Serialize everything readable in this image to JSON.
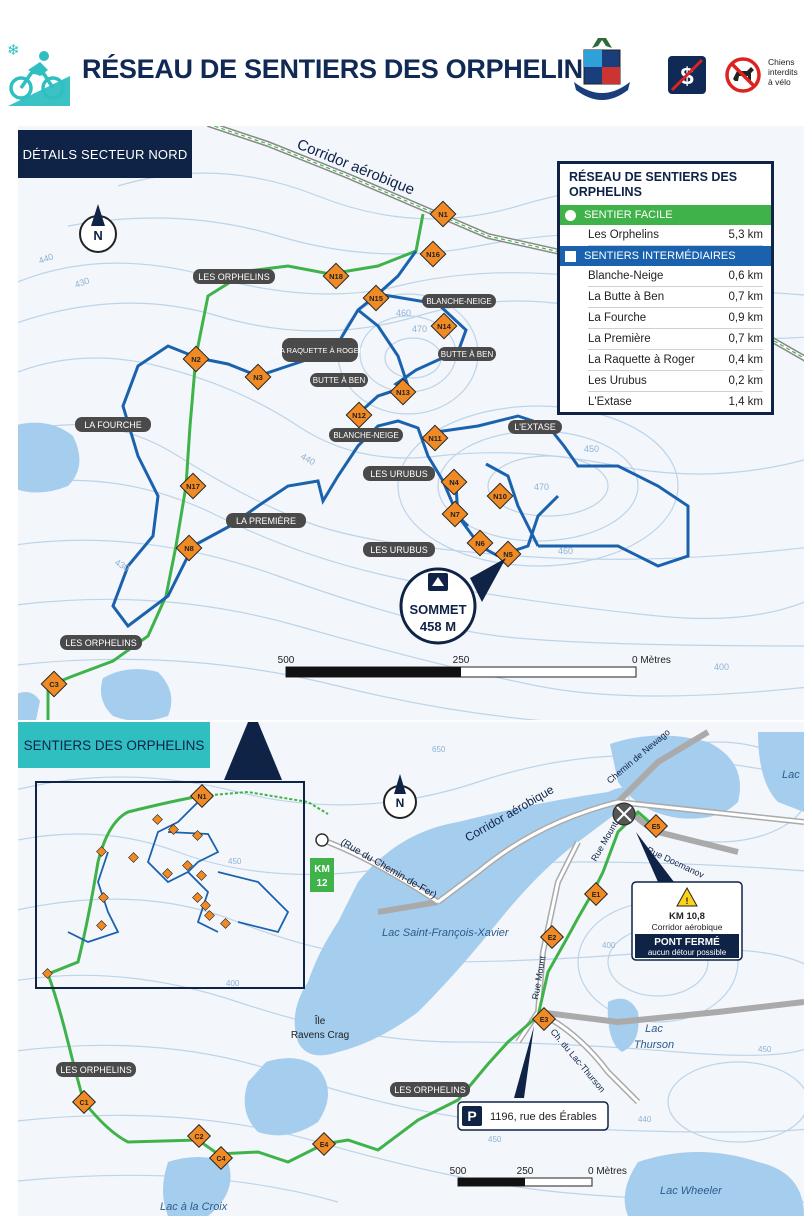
{
  "header": {
    "title": "RÉSEAU DE SENTIERS DES ORPHELINS",
    "dog_note": [
      "Chiens",
      "interdits",
      "à vélo"
    ],
    "colors": {
      "navy": "#0f2346",
      "green": "#3fb34a",
      "blue": "#1a62ad",
      "teal": "#2fbfc1",
      "orange": "#f08a24"
    }
  },
  "north_map": {
    "sector_label": "DÉTAILS SECTEUR NORD",
    "corridor_label": "Corridor aérobique",
    "summit": {
      "title": "SOMMET",
      "elevation": "458 M"
    },
    "scale": {
      "left": "500",
      "mid": "250",
      "right": "0 Mètres"
    },
    "contours": [
      "440",
      "430",
      "460",
      "470",
      "440",
      "450",
      "470",
      "460",
      "430",
      "400"
    ],
    "trail_labels": [
      "LES ORPHELINS",
      "BLANCHE-NEIGE",
      "LA RAQUETTE À ROGER",
      "BUTTE À BEN",
      "BUTTE À BEN",
      "BLANCHE-NEIGE",
      "LA FOURCHE",
      "L'EXTASE",
      "LES URUBUS",
      "LA PREMIÈRE",
      "LES URUBUS",
      "LES ORPHELINS"
    ],
    "markers": [
      "N1",
      "N16",
      "N18",
      "N15",
      "N14",
      "N2",
      "N3",
      "N13",
      "N12",
      "N11",
      "N4",
      "N10",
      "N7",
      "N17",
      "N8",
      "N6",
      "N5",
      "C3"
    ]
  },
  "legend": {
    "title": "RÉSEAU DE SENTIERS DES ORPHELINS",
    "categories": [
      {
        "name": "SENTIER FACILE",
        "color": "#3fb34a",
        "trails": [
          {
            "name": "Les Orphelins",
            "km": "5,3 km"
          }
        ]
      },
      {
        "name": "SENTIERS INTERMÉDIAIRES",
        "color": "#1a62ad",
        "trails": [
          {
            "name": "Blanche-Neige",
            "km": "0,6 km"
          },
          {
            "name": "La Butte à Ben",
            "km": "0,7 km"
          },
          {
            "name": "La Fourche",
            "km": "0,9 km"
          },
          {
            "name": "La Première",
            "km": "0,7 km"
          },
          {
            "name": "La Raquette à Roger",
            "km": "0,4 km"
          },
          {
            "name": "Les Urubus",
            "km": "0,2 km"
          },
          {
            "name": "L'Extase",
            "km": "1,4 km"
          }
        ]
      }
    ]
  },
  "south_map": {
    "sector_label": "SENTIERS DES ORPHELINS",
    "corridor_label": "Corridor aérobique",
    "road_labels": [
      "(Rue du Chemin-de-Fer)",
      "Chemin de Newago",
      "Rue Mount",
      "Rue Docmanov",
      "Rue Mount",
      "Ch. du Lac-Thurson"
    ],
    "lake_labels": [
      "Lac Saint-François-Xavier",
      "Île",
      "Ravens Crag",
      "Lac",
      "Thurson",
      "Lac à la Croix",
      "Lac Wheeler",
      "Lac"
    ],
    "km12": [
      "KM",
      "12"
    ],
    "warning": {
      "km": "KM 10,8",
      "corridor": "Corridor aérobique",
      "closed": "PONT FERMÉ",
      "detour": "aucun détour possible"
    },
    "parking": {
      "icon": "P",
      "address": "1196, rue des Érables"
    },
    "trail_labels": [
      "LES ORPHELINS",
      "LES ORPHELINS"
    ],
    "markers": [
      "N1",
      "E5",
      "E1",
      "E2",
      "E3",
      "C1",
      "C2",
      "C4",
      "E4"
    ],
    "scale": {
      "left": "500",
      "mid": "250",
      "right": "0 Mètres"
    },
    "contours": [
      "650",
      "450",
      "400",
      "400",
      "450",
      "440",
      "450"
    ]
  }
}
